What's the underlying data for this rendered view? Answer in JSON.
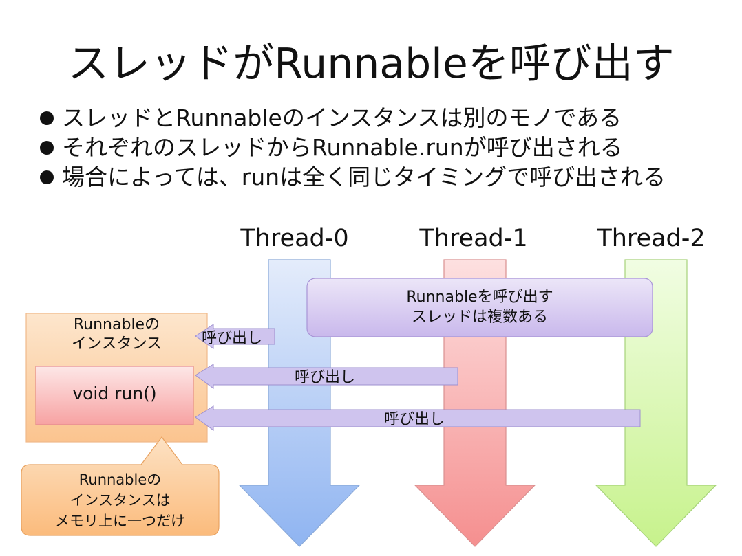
{
  "slide": {
    "title": "スレッドがRunnableを呼び出す",
    "bullets": [
      "スレッドとRunnableのインスタンスは別のモノである",
      "それぞれのスレッドからRunnable.runが呼び出される",
      "場合によっては、runは全く同じタイミングで呼び出される"
    ]
  },
  "diagram": {
    "threads": [
      {
        "label": "Thread-0",
        "color": "#a9c6f5"
      },
      {
        "label": "Thread-1",
        "color": "#f7a3a3"
      },
      {
        "label": "Thread-2",
        "color": "#d7f5b0"
      }
    ],
    "instance_box": {
      "line1": "Runnableの",
      "line2": "インスタンス",
      "color": "#fbd2a6"
    },
    "method_box": {
      "label": "void run()"
    },
    "callout_threads": {
      "line1": "Runnableを呼び出す",
      "line2": "スレッドは複数ある",
      "color": "#d6c8ee"
    },
    "callout_instance": {
      "line1": "Runnableの",
      "line2": "インスタンスは",
      "line3": "メモリ上に一つだけ",
      "color": "#fcc58f"
    },
    "call_arrows": [
      {
        "label": "呼び出し"
      },
      {
        "label": "呼び出し"
      },
      {
        "label": "呼び出し"
      }
    ]
  }
}
